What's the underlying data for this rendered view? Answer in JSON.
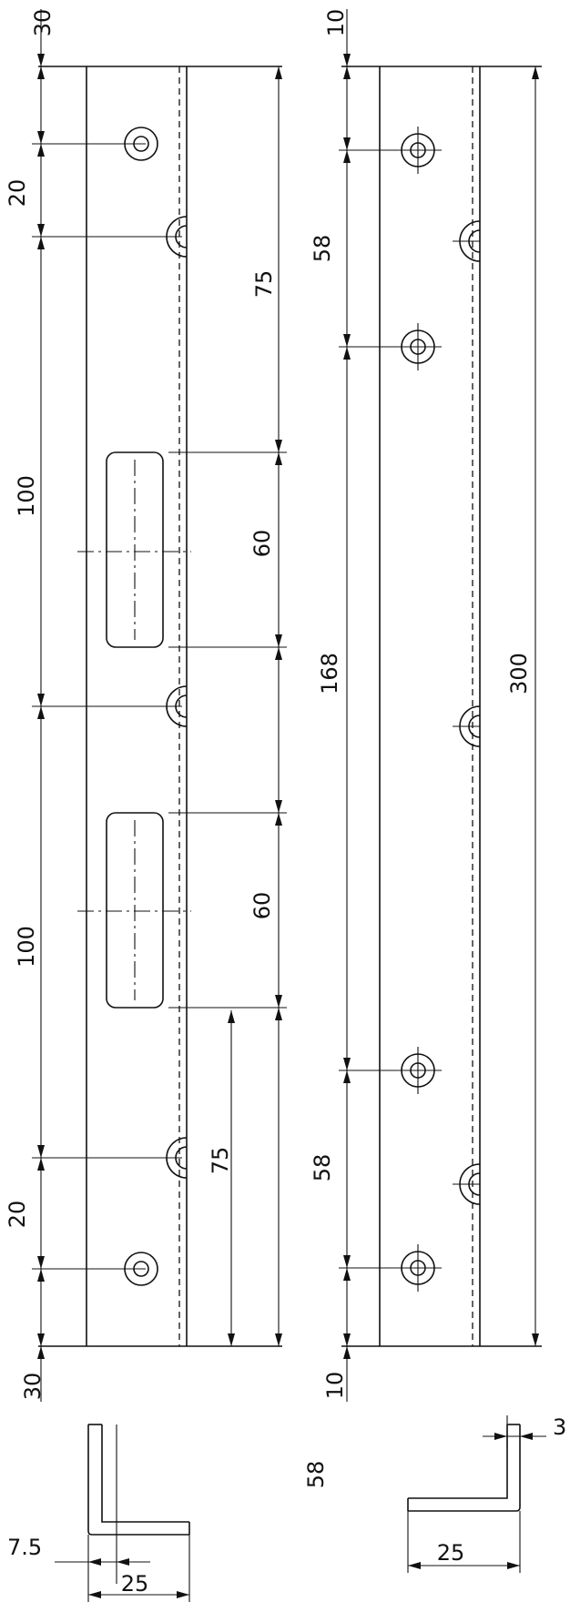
{
  "drawing": {
    "left_part": {
      "dims": {
        "top_margin": "30",
        "top_pitch": "20",
        "big_pitch_upper": "100",
        "big_pitch_lower": "100",
        "bottom_pitch": "20",
        "bottom_margin": "30",
        "slot_offset_upper": "75",
        "slot_len_upper": "60",
        "slot_len_lower": "60",
        "slot_offset_lower": "75"
      }
    },
    "right_part": {
      "dims": {
        "top_margin": "10",
        "upper_pitch": "58",
        "middle_pitch": "168",
        "lower_pitch": "58",
        "bottom_margin": "10",
        "total_length": "300"
      }
    },
    "profiles": {
      "left_leg_offset": "7.5",
      "left_width": "25",
      "center_label": "58",
      "right_thickness": "3",
      "right_width": "25"
    }
  }
}
